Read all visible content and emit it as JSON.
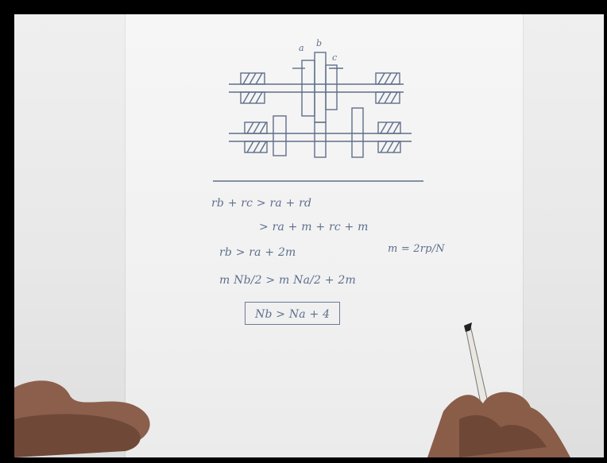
{
  "notes": {
    "line1": "rb + rc > ra + rd",
    "line2": "> ra + m + rc + m",
    "line3": "rb > ra + 2m",
    "line4": "m Nb/2 > m Na/2 + 2m",
    "result": "Nb > Na + 4",
    "module": "m = 2rp/N"
  },
  "labels": {
    "gear_a": "a",
    "gear_b": "b",
    "gear_c": "c"
  },
  "colors": {
    "ink": "#5d6f8c",
    "paper": "#f1f1f1",
    "skin": "#8a5f4a"
  }
}
